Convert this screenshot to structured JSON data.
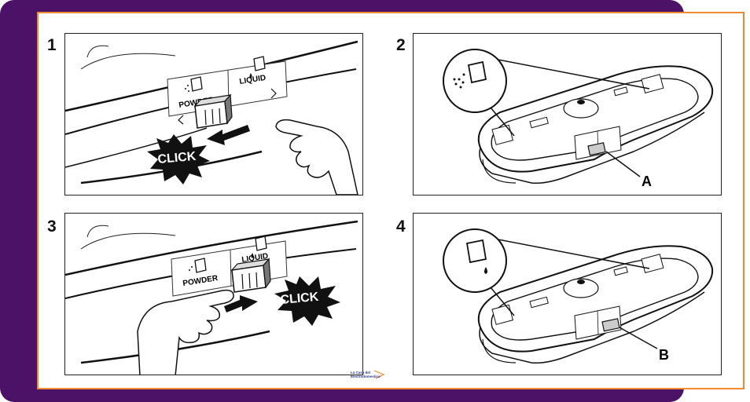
{
  "steps": [
    {
      "number": "1",
      "labels": {
        "powder": "POWDER",
        "liquid": "LIQUID",
        "click": "CLICK"
      }
    },
    {
      "number": "2",
      "callout": "A"
    },
    {
      "number": "3",
      "labels": {
        "powder": "POWDER",
        "liquid": "LIQUID",
        "click": "CLICK"
      }
    },
    {
      "number": "4",
      "callout": "B"
    }
  ],
  "watermark": {
    "line1": "La Casa del",
    "line2": "Electrodomestico"
  },
  "colors": {
    "background": "#4b1268",
    "frame_border": "#ef8a2e",
    "ink": "#111111"
  },
  "icons": [
    "powder-detergent-icon",
    "liquid-detergent-icon",
    "click-burst-icon",
    "arrow-icon",
    "hand-icon"
  ]
}
